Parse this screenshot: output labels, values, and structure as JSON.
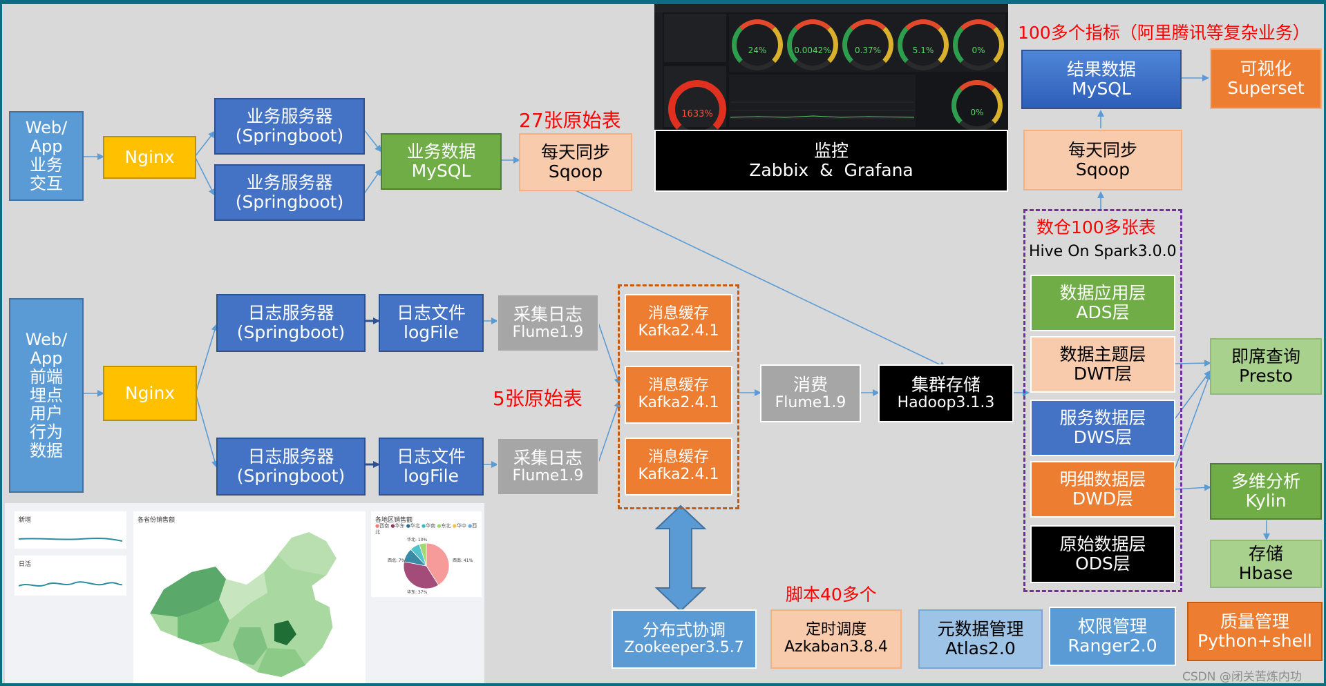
{
  "labels": {
    "raw27": "27张原始表",
    "raw5": "5张原始表",
    "metrics100": "100多个指标（阿里腾讯等复杂业务）",
    "dw100": "数仓100多张表",
    "hive": "Hive On Spark3.0.0",
    "scripts40": "脚本40多个"
  },
  "boxes": {
    "webapp_biz": "Web/\nApp\n业务\n交互",
    "webapp_log": "Web/\nApp\n前端\n埋点\n用户\n行为\n数据",
    "nginx_top": "Nginx",
    "nginx_bottom": "Nginx",
    "biz_server1": {
      "l1": "业务服务器",
      "l2": "(Springboot)"
    },
    "biz_server2": {
      "l1": "业务服务器",
      "l2": "(Springboot)"
    },
    "biz_mysql": {
      "l1": "业务数据",
      "l2": "MySQL"
    },
    "sqoop_left": {
      "l1": "每天同步",
      "l2": "Sqoop"
    },
    "monitor": {
      "l1": "监控",
      "l2": "Zabbix  &  Grafana"
    },
    "result_mysql": {
      "l1": "结果数据",
      "l2": "MySQL"
    },
    "superset": {
      "l1": "可视化",
      "l2": "Superset"
    },
    "sqoop_right": {
      "l1": "每天同步",
      "l2": "Sqoop"
    },
    "log_server1": {
      "l1": "日志服务器",
      "l2": "(Springboot)"
    },
    "log_server2": {
      "l1": "日志服务器",
      "l2": "(Springboot)"
    },
    "logfile1": {
      "l1": "日志文件",
      "l2": "logFile"
    },
    "logfile2": {
      "l1": "日志文件",
      "l2": "logFile"
    },
    "flume_collect1": {
      "l1": "采集日志",
      "l2": "Flume1.9"
    },
    "flume_collect2": {
      "l1": "采集日志",
      "l2": "Flume1.9"
    },
    "kafka1": {
      "l1": "消息缓存",
      "l2": "Kafka2.4.1"
    },
    "kafka2": {
      "l1": "消息缓存",
      "l2": "Kafka2.4.1"
    },
    "kafka3": {
      "l1": "消息缓存",
      "l2": "Kafka2.4.1"
    },
    "flume_consume": {
      "l1": "消费",
      "l2": "Flume1.9"
    },
    "hadoop": {
      "l1": "集群存储",
      "l2": "Hadoop3.1.3"
    },
    "ads": {
      "l1": "数据应用层",
      "l2": "ADS层"
    },
    "dwt": {
      "l1": "数据主题层",
      "l2": "DWT层"
    },
    "dws": {
      "l1": "服务数据层",
      "l2": "DWS层"
    },
    "dwd": {
      "l1": "明细数据层",
      "l2": "DWD层"
    },
    "ods": {
      "l1": "原始数据层",
      "l2": "ODS层"
    },
    "presto": {
      "l1": "即席查询",
      "l2": "Presto"
    },
    "kylin": {
      "l1": "多维分析",
      "l2": "Kylin"
    },
    "hbase": {
      "l1": "存储",
      "l2": "Hbase"
    },
    "zookeeper": {
      "l1": "分布式协调",
      "l2": "Zookeeper3.5.7"
    },
    "azkaban": {
      "l1": "定时调度",
      "l2": "Azkaban3.8.4"
    },
    "atlas": {
      "l1": "元数据管理",
      "l2": "Atlas2.0"
    },
    "ranger": {
      "l1": "权限管理",
      "l2": "Ranger2.0"
    },
    "quality": {
      "l1": "质量管理",
      "l2": "Python+shell"
    }
  },
  "grafana": {
    "gauges": [
      "24%",
      "0.0042%",
      "0.37%",
      "5.1%",
      "0%"
    ],
    "big_gauge": "1633%",
    "small_gauge": "0%"
  },
  "dashboard": {
    "card_new": "新增",
    "card_active": "日活",
    "map_title": "各省份销售额",
    "pie_title": "各地区销售额",
    "pie_legend": [
      "西南",
      "华东",
      "华北",
      "华南",
      "东北",
      "华中",
      "西北"
    ],
    "pie_labels": [
      "西南: 41%",
      "华东: 37%",
      "华北: 10%",
      "西北: 7%"
    ]
  },
  "watermark": "CSDN @闭关苦炼内功",
  "colors": {
    "blue": "#4472c4",
    "light_blue": "#5b9bd5",
    "yellow": "#ffc000",
    "green": "#70ad47",
    "peach": "#f8cbad",
    "orange": "#ed7d31",
    "gray": "#a6a6a6",
    "red_text": "#ff0000",
    "purple_dash": "#7030a0",
    "arrow": "#5b9bd5"
  }
}
